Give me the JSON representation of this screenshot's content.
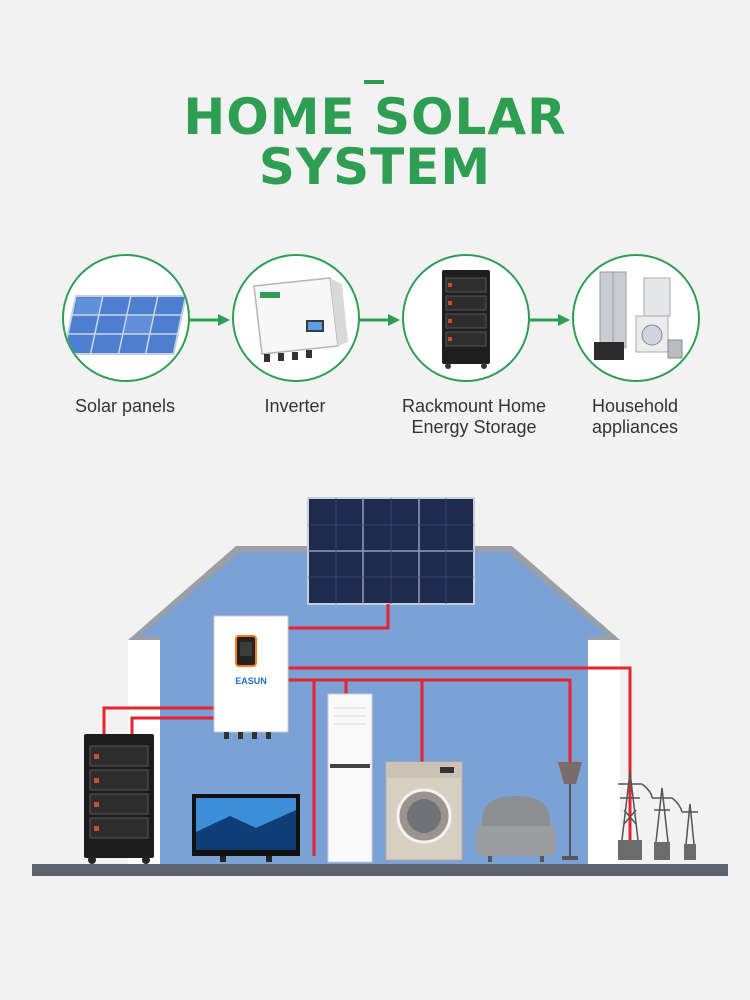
{
  "header": {
    "title_line1": "HOME SOLAR",
    "title_line2": "SYSTEM"
  },
  "flow": {
    "steps": [
      {
        "label": "Solar panels",
        "icon": "solar-panels-icon"
      },
      {
        "label": "Inverter",
        "icon": "inverter-icon"
      },
      {
        "label_line1": "Rackmount Home",
        "label_line2": "Energy Storage",
        "icon": "battery-rack-icon"
      },
      {
        "label_line1": "Household",
        "label_line2": "appliances",
        "icon": "appliances-icon"
      }
    ]
  },
  "devices": {
    "inverter_brand": "EASUN"
  },
  "colors": {
    "accent_green": "#2e9e53",
    "wire_red": "#e8232c",
    "house_blue": "#7ba2d6",
    "roof_grey": "#9aa0a6"
  }
}
